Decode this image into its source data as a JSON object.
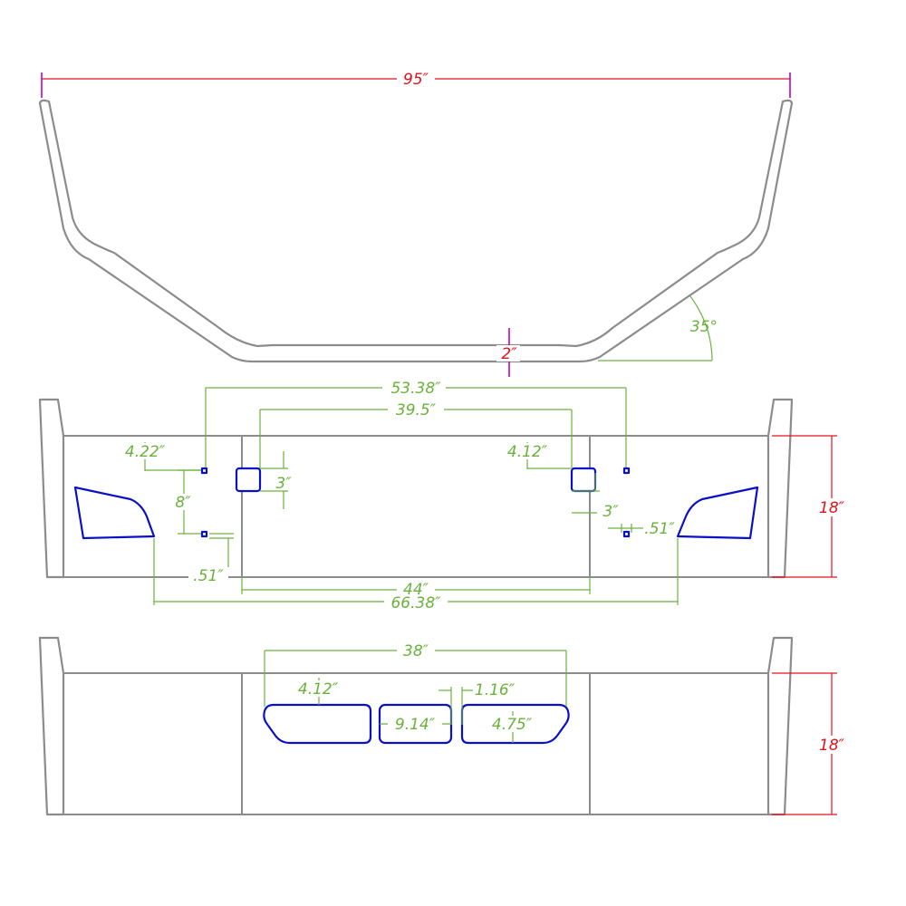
{
  "colors": {
    "outline": "#8c8c8c",
    "cutout": "#0a10c8",
    "dimension_primary": "#e0141e",
    "dimension_secondary": "#6ab23c",
    "extension": "#c000c0",
    "background": "#ffffff"
  },
  "top_view": {
    "overall_width": "95″",
    "center_depth": "2″",
    "wing_angle": "35°"
  },
  "front_view_upper": {
    "height": "18″",
    "light_spacing": "53.38″",
    "inner_hole_spacing": "39.5″",
    "left_offset": "4.22″",
    "right_offset": "4.12″",
    "vertical_hole_spacing": "8″",
    "left_hole_size": "3″",
    "right_hole_size": "3″",
    "left_small": ".51″",
    "right_small": ".51″",
    "center_width": "44″",
    "outer_width": "66.38″"
  },
  "front_view_lower": {
    "height": "18″",
    "cutout_span": "38″",
    "left_cutout_height": "4.12″",
    "gap": "1.16″",
    "center_cutout_width": "9.14″",
    "right_cutout_height": "4.75″"
  }
}
